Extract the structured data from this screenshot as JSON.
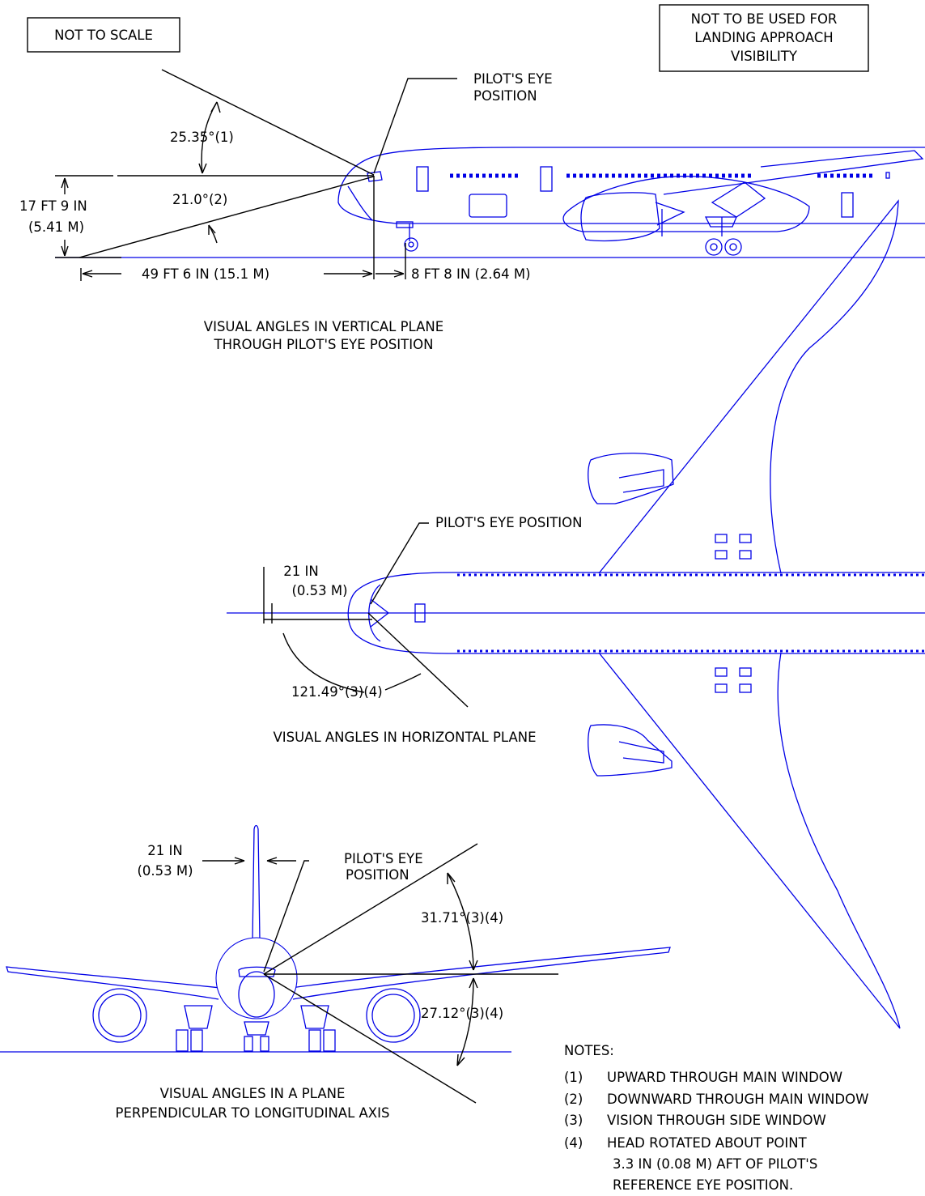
{
  "boxes": {
    "not_to_scale": "NOT TO SCALE",
    "landing_line1": "NOT TO BE USED FOR",
    "landing_line2": "LANDING APPROACH",
    "landing_line3": "VISIBILITY"
  },
  "side_view": {
    "eye_label_1": "PILOT'S EYE",
    "eye_label_2": "POSITION",
    "angle_up": "25.35°(1)",
    "angle_down": "21.0°(2)",
    "height_ft": "17 FT 9 IN",
    "height_m": "(5.41 M)",
    "fwd_distance": "49 FT 6 IN (15.1 M)",
    "aft_distance": "8 FT 8 IN (2.64 M)",
    "caption_1": "VISUAL ANGLES IN VERTICAL PLANE",
    "caption_2": "THROUGH PILOT'S EYE POSITION"
  },
  "top_view": {
    "eye_label": "PILOT'S EYE POSITION",
    "offset_in": "21 IN",
    "offset_m": "(0.53 M)",
    "angle": "121.49°(3)(4)",
    "caption": "VISUAL ANGLES IN HORIZONTAL PLANE"
  },
  "front_view": {
    "offset_in": "21 IN",
    "offset_m": "(0.53 M)",
    "eye_label_1": "PILOT'S EYE",
    "eye_label_2": "POSITION",
    "angle_up": "31.71°(3)(4)",
    "angle_down": "27.12°(3)(4)",
    "caption_1": "VISUAL ANGLES IN A PLANE",
    "caption_2": "PERPENDICULAR TO LONGITUDINAL AXIS"
  },
  "notes": {
    "title": "NOTES:",
    "items": [
      {
        "num": "(1)",
        "text": "UPWARD THROUGH MAIN WINDOW"
      },
      {
        "num": "(2)",
        "text": "DOWNWARD THROUGH MAIN WINDOW"
      },
      {
        "num": "(3)",
        "text": "VISION THROUGH SIDE WINDOW"
      },
      {
        "num": "(4)",
        "text": "HEAD ROTATED ABOUT POINT"
      }
    ],
    "item4_line2": "3.3 IN (0.08 M) AFT OF PILOT'S",
    "item4_line3": "REFERENCE EYE POSITION."
  },
  "colors": {
    "aircraft": "#0000e6",
    "dimension": "#000000"
  }
}
